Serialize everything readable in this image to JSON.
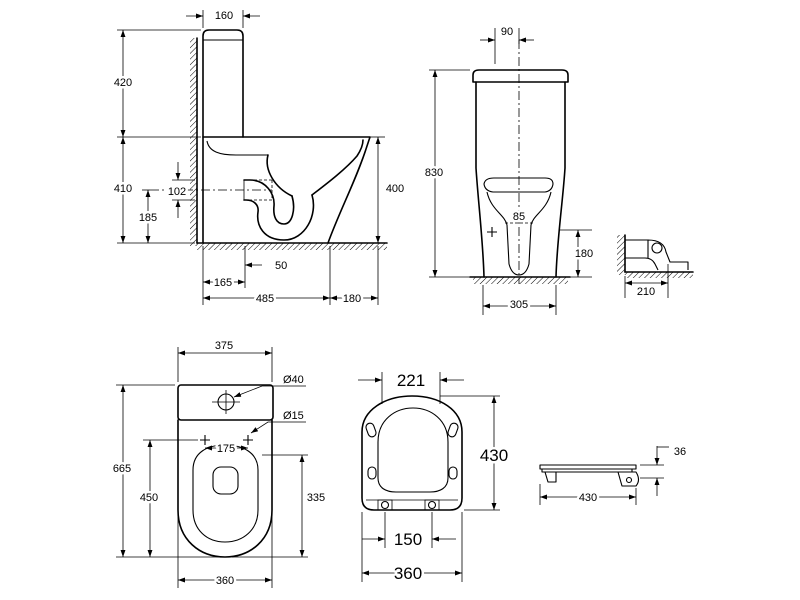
{
  "side_view": {
    "tank_depth": "160",
    "tank_height": "420",
    "pan_height_left": "410",
    "outlet_diameter": "102",
    "outlet_height": "185",
    "pan_height": "400",
    "outlet_offset_small": "50",
    "outlet_offset": "165",
    "pan_projection": "485",
    "front_extent": "180"
  },
  "front_view": {
    "centre_offset": "90",
    "total_height": "830",
    "trap_label": "85",
    "outlet_height": "180",
    "base_width": "305"
  },
  "outlet_detail": {
    "distance": "210"
  },
  "plan_view": {
    "tank_width": "375",
    "hole_large": "Ø40",
    "hole_small": "Ø15",
    "fixing_spacing": "175",
    "total_depth": "665",
    "pan_depth": "450",
    "seat_depth": "335",
    "pan_width": "360"
  },
  "seat_top_view": {
    "top_width": "221",
    "length": "430",
    "hinge_spacing": "150",
    "width": "360"
  },
  "seat_side_view": {
    "thickness": "36",
    "length": "430"
  }
}
